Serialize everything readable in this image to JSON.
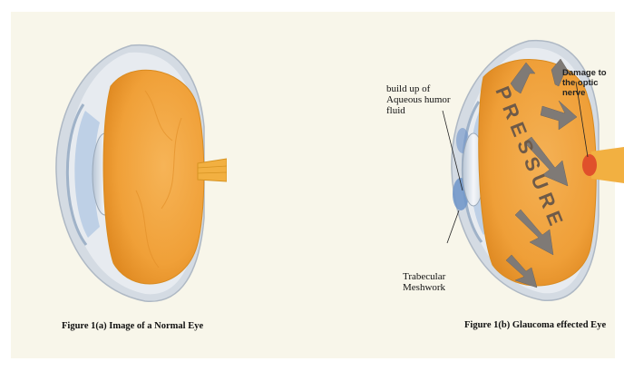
{
  "figure_a": {
    "caption": "Figure 1(a) Image of a Normal Eye"
  },
  "figure_b": {
    "caption": "Figure 1(b) Glaucoma effected Eye",
    "pressure_text": "PRESSURE",
    "labels": {
      "aqueous": "build up of Aqueous humor fluid",
      "optic": "Damage to the optic nerve",
      "trabecular": "Trabecular Meshwork"
    }
  },
  "colors": {
    "panel_bg": "#f8f6ea",
    "vitreous": "#f0a641",
    "vitreous_edge": "#d98b20",
    "sclera": "#cfd6de",
    "lens": "#e9edf1",
    "optic_nerve": "#f2b041",
    "arrows": "#7f7a76"
  }
}
